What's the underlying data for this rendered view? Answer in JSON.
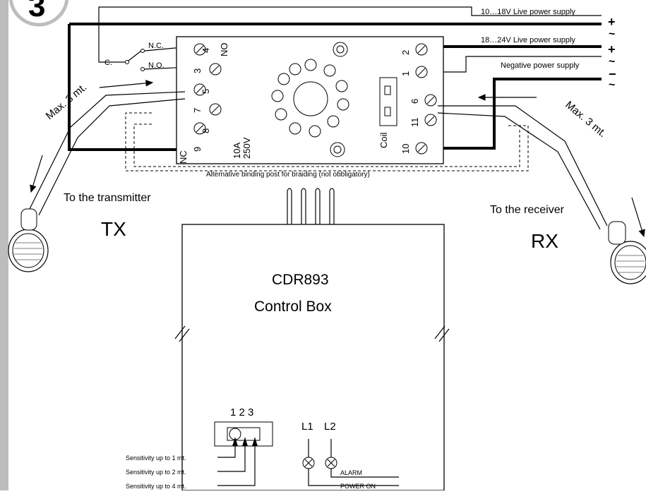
{
  "figure": {
    "step_number": "3",
    "supply": {
      "live_10_18": "10…18V Live power supply",
      "live_18_24": "18…24V Live power supply",
      "negative": "Negative power supply",
      "plus_symbol": "+",
      "ac_symbol": "~",
      "minus_symbol": "−"
    },
    "relay": {
      "contact_nc": "N.C.",
      "contact_no": "N.O.",
      "contact_c": "C.",
      "term_4": "4",
      "term_3": "3",
      "term_5": "5",
      "term_7": "7",
      "term_8": "8",
      "term_9": "9",
      "term_2": "2",
      "term_1": "1",
      "term_6": "6",
      "term_11": "11",
      "term_10": "10",
      "label_no": "NO",
      "label_nc": "NC",
      "rating_current": "10A",
      "rating_voltage": "250V",
      "coil_label": "Coil"
    },
    "braiding_note": "Alternative binding post for braiding (not obbligatory)",
    "tx": {
      "cable_note": "Max. 3 mt.",
      "caption": "To the transmitter",
      "label": "TX"
    },
    "rx": {
      "cable_note": "Max. 3 mt.",
      "caption": "To the receiver",
      "label": "RX"
    },
    "control_box": {
      "model": "CDR893",
      "name": "Control Box",
      "dip_numbers": "1 2 3",
      "led_1": "L1",
      "led_2": "L2",
      "alarm": "ALARM",
      "power_on": "POWER ON",
      "sensitivity_1": "Sensitivity up to 1 mt.",
      "sensitivity_2": "Sensitivity up to 2 mt.",
      "sensitivity_4": "Sensitivity up to 4 mt."
    }
  }
}
